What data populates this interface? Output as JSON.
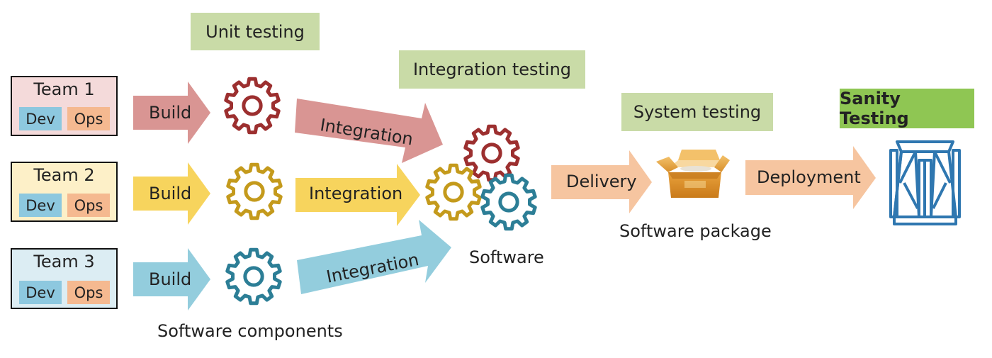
{
  "stages": {
    "unit": "Unit testing",
    "integration": "Integration testing",
    "system": "System testing",
    "sanity": "Sanity Testing"
  },
  "teams": [
    {
      "name": "Team 1",
      "dev": "Dev",
      "ops": "Ops",
      "color": "#f4dada"
    },
    {
      "name": "Team 2",
      "dev": "Dev",
      "ops": "Ops",
      "color": "#fdf0c8"
    },
    {
      "name": "Team 3",
      "dev": "Dev",
      "ops": "Ops",
      "color": "#dcedf3"
    }
  ],
  "arrows": {
    "build": "Build",
    "integration": "Integration",
    "delivery": "Delivery",
    "deployment": "Deployment"
  },
  "labels": {
    "components": "Software components",
    "software": "Software",
    "package": "Software package"
  },
  "colors": {
    "red_arrow": "#d99593",
    "yellow_arrow": "#f7d45d",
    "blue_arrow": "#93cddd",
    "orange_arrow": "#f6c5a0",
    "red_gear": "#9c2f2f",
    "yellow_gear": "#c49a1c",
    "blue_gear": "#2c7e96",
    "stage_green": "#c9dba7",
    "sanity_green": "#8fc653"
  },
  "icons": {
    "gear": "gear-icon",
    "package": "box-icon",
    "server": "server-rack-icon"
  }
}
